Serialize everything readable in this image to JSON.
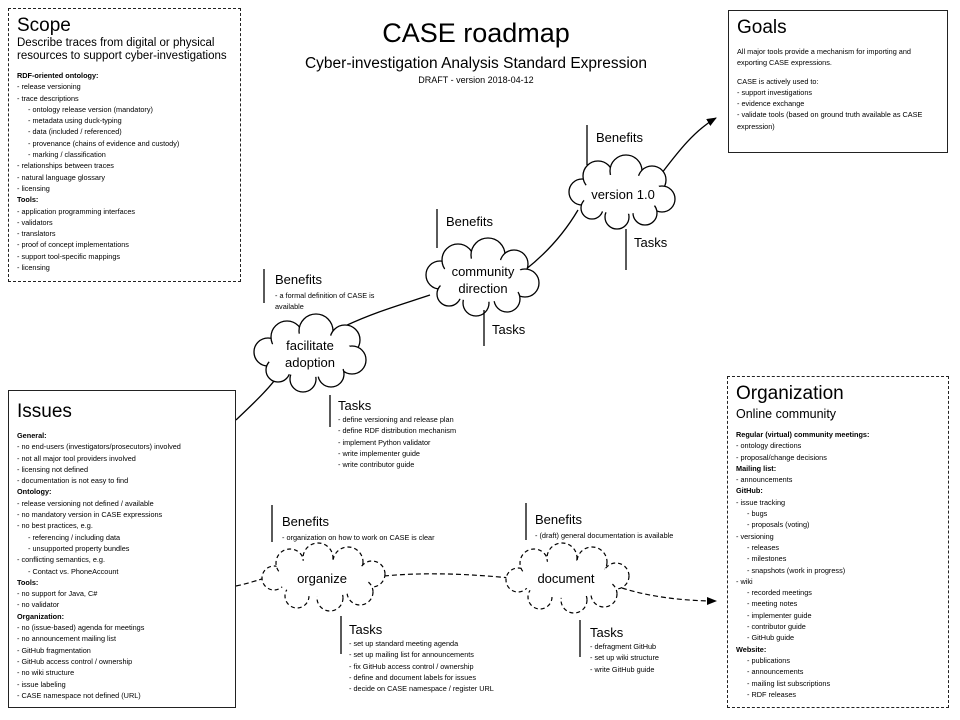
{
  "header": {
    "title": "CASE roadmap",
    "subtitle": "Cyber-investigation Analysis Standard Expression",
    "draft": "DRAFT - version 2018-04-12"
  },
  "scope": {
    "title": "Scope",
    "subtitle": "Describe traces from digital or physical resources to support cyber-investigations",
    "sections": [
      {
        "heading": "RDF-oriented ontology:",
        "items": [
          {
            "text": "release  versioning",
            "level": 1
          },
          {
            "text": "trace  descriptions",
            "level": 1
          },
          {
            "text": "ontology release  version (mandatory)",
            "level": 2
          },
          {
            "text": "metadata  using duck-typing",
            "level": 2
          },
          {
            "text": "data (included / referenced)",
            "level": 2
          },
          {
            "text": "provenance  (chains of evidence and custody)",
            "level": 2
          },
          {
            "text": "marking / classification",
            "level": 2
          },
          {
            "text": "relationships between  traces",
            "level": 1
          },
          {
            "text": "natural language  glossary",
            "level": 1
          },
          {
            "text": "licensing",
            "level": 1
          }
        ]
      },
      {
        "heading": "Tools:",
        "items": [
          {
            "text": "application programming  interfaces",
            "level": 1
          },
          {
            "text": "validators",
            "level": 1
          },
          {
            "text": "translators",
            "level": 1
          },
          {
            "text": "proof of concept implementations",
            "level": 1
          },
          {
            "text": "support tool-specific mappings",
            "level": 1
          },
          {
            "text": "licensing",
            "level": 1
          }
        ]
      }
    ]
  },
  "goals": {
    "title": "Goals",
    "para1": "All major tools provide a mechanism  for importing and exporting  CASE expressions.",
    "para2": "CASE is actively  used to:",
    "items": [
      {
        "text": "support investigations",
        "level": 1
      },
      {
        "text": "evidence exchange",
        "level": 1
      },
      {
        "text": "validate tools  (based on ground truth available as CASE expression)",
        "level": 1
      }
    ]
  },
  "issues": {
    "title": "Issues",
    "sections": [
      {
        "heading": "General:",
        "items": [
          {
            "text": "no end-users (investigators/prosecutors)  involved",
            "level": 1
          },
          {
            "text": "not all major  tool providers involved",
            "level": 1
          },
          {
            "text": "licensing not defined",
            "level": 1
          },
          {
            "text": "documentation  is not easy to find",
            "level": 1
          }
        ]
      },
      {
        "heading": "Ontology:",
        "items": [
          {
            "text": "release  versioning not defined / available",
            "level": 1
          },
          {
            "text": "no mandatory  version in CASE expressions",
            "level": 1
          },
          {
            "text": "no best practices, e.g.",
            "level": 1
          },
          {
            "text": "referencing  / including data",
            "level": 2
          },
          {
            "text": "unsupported property bundles",
            "level": 2
          },
          {
            "text": "conflicting semantics, e.g.",
            "level": 1
          },
          {
            "text": "Contact vs. PhoneAccount",
            "level": 2
          }
        ]
      },
      {
        "heading": "Tools:",
        "items": [
          {
            "text": "no support for Java,  C#",
            "level": 1
          },
          {
            "text": "no validator",
            "level": 1
          }
        ]
      },
      {
        "heading": "Organization:",
        "items": [
          {
            "text": "no (issue-based) agenda  for meetings",
            "level": 1
          },
          {
            "text": "no announcement  mailing  list",
            "level": 1
          },
          {
            "text": "GitHub fragmentation",
            "level": 1
          },
          {
            "text": "GitHub access control / ownership",
            "level": 1
          },
          {
            "text": "no wiki structure",
            "level": 1
          },
          {
            "text": "issue labeling",
            "level": 1
          },
          {
            "text": "CASE namespace  not defined (URL)",
            "level": 1
          }
        ]
      }
    ]
  },
  "organization": {
    "title": "Organization",
    "subtitle": "Online community",
    "sections": [
      {
        "heading": "Regular  (virtual)  community meetings:",
        "items": [
          {
            "text": "ontology directions",
            "level": 1
          },
          {
            "text": "proposal/change decisions",
            "level": 1
          }
        ]
      },
      {
        "heading": "Mailing list:",
        "items": [
          {
            "text": "announcements",
            "level": 1
          }
        ]
      },
      {
        "heading": "GitHub:",
        "items": [
          {
            "text": "issue tracking",
            "level": 1
          },
          {
            "text": "bugs",
            "level": 2
          },
          {
            "text": "proposals (voting)",
            "level": 2
          },
          {
            "text": "versioning",
            "level": 1
          },
          {
            "text": "releases",
            "level": 2
          },
          {
            "text": "milestones",
            "level": 2
          },
          {
            "text": "snapshots (work in progress)",
            "level": 2
          },
          {
            "text": "wiki",
            "level": 1
          },
          {
            "text": "recorded  meetings",
            "level": 2
          },
          {
            "text": "meeting  notes",
            "level": 2
          },
          {
            "text": "implementer  guide",
            "level": 2
          },
          {
            "text": "contributor guide",
            "level": 2
          },
          {
            "text": "GitHub guide",
            "level": 2
          }
        ]
      },
      {
        "heading": "Website:",
        "items": [
          {
            "text": "publications",
            "level": 2
          },
          {
            "text": "announcements",
            "level": 2
          },
          {
            "text": "mailing list subscriptions",
            "level": 2
          },
          {
            "text": "RDF releases",
            "level": 2
          }
        ]
      }
    ]
  },
  "milestones": {
    "facilitate": {
      "label": "facilitate adoption",
      "benefits_label": "Benefits",
      "benefits": [
        "a formal definition of CASE is available"
      ],
      "tasks_label": "Tasks",
      "tasks": [
        "define versioning and release  plan",
        "define RDF distribution mechanism",
        "implement  Python validator",
        "write implementer  guide",
        "write  contributor guide"
      ]
    },
    "community": {
      "label": "community direction",
      "benefits_label": "Benefits",
      "tasks_label": "Tasks"
    },
    "version": {
      "label": "version 1.0",
      "benefits_label": "Benefits",
      "tasks_label": "Tasks"
    },
    "organize": {
      "label": "organize",
      "benefits_label": "Benefits",
      "benefits": [
        "organization  on how to work on CASE is clear"
      ],
      "tasks_label": "Tasks",
      "tasks": [
        "set up standard meeting  agenda",
        "set up mailing list for announcements",
        "fix GitHub access control / ownership",
        "define and document labels  for issues",
        "decide on CASE namespace / register URL"
      ]
    },
    "document": {
      "label": "document",
      "benefits_label": "Benefits",
      "benefits": [
        "(draft) general  documentation  is available"
      ],
      "tasks_label": "Tasks",
      "tasks": [
        "defragment  GitHub",
        "set up wiki structure",
        "write  GitHub guide"
      ]
    }
  }
}
